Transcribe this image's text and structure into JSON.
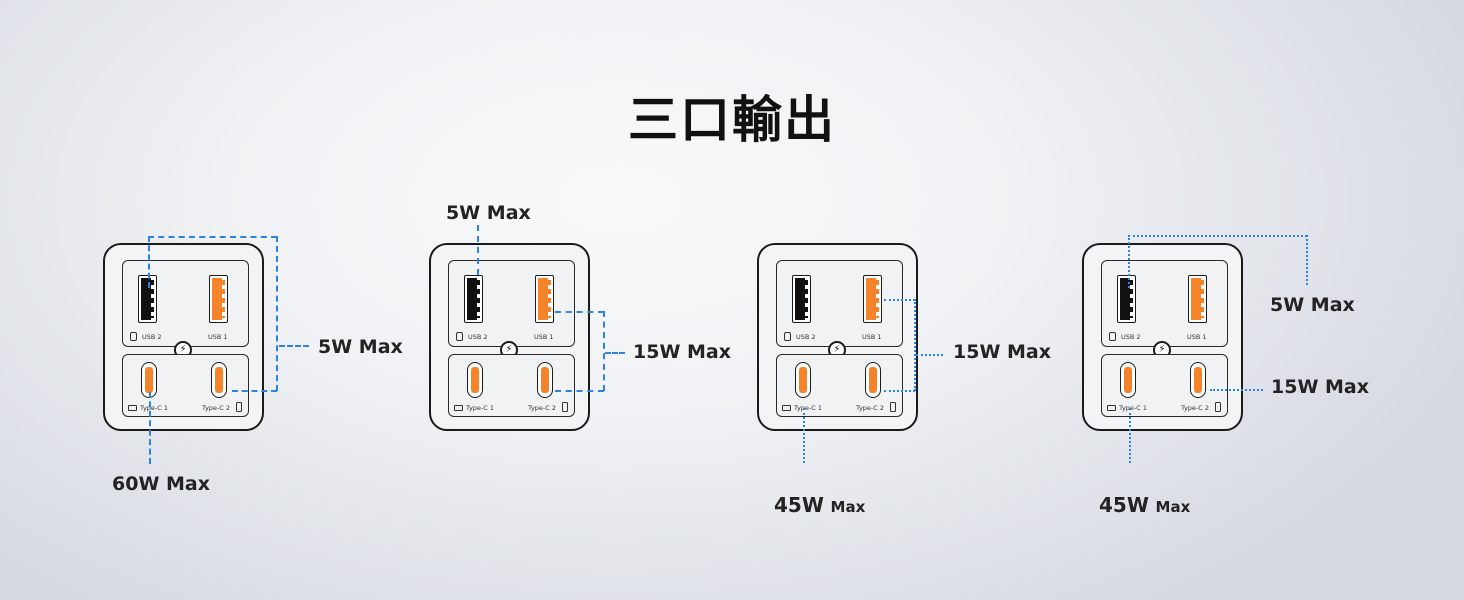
{
  "title": "三口輸出",
  "colors": {
    "accent_line": "#2d82e6",
    "port_orange": "#f5832a",
    "outline": "#1b1b1b"
  },
  "port_labels": {
    "usb2": "USB 2",
    "usb1": "USB 1",
    "typec1": "Type-C 1",
    "typec2": "Type-C 2"
  },
  "badge_icon": "fast-charge-icon",
  "badge_glyph": "⚡",
  "configurations": [
    {
      "name": "config-1",
      "outputs": [
        {
          "ports": [
            "USB 2",
            "Type-C 2"
          ],
          "label": "5W Max"
        },
        {
          "ports": [
            "Type-C 1"
          ],
          "label": "60W Max"
        }
      ]
    },
    {
      "name": "config-2",
      "outputs": [
        {
          "ports": [
            "USB 2"
          ],
          "label": "5W Max"
        },
        {
          "ports": [
            "USB 1",
            "Type-C 2"
          ],
          "label": "15W Max"
        }
      ]
    },
    {
      "name": "config-3",
      "outputs": [
        {
          "ports": [
            "USB 1",
            "Type-C 2"
          ],
          "label": "15W Max"
        },
        {
          "ports": [
            "Type-C 1"
          ],
          "label_value": "45W",
          "label_unit": "Max"
        }
      ]
    },
    {
      "name": "config-4",
      "outputs": [
        {
          "ports": [
            "USB 2"
          ],
          "label": "5W Max"
        },
        {
          "ports": [
            "Type-C 2"
          ],
          "label": "15W Max"
        },
        {
          "ports": [
            "Type-C 1"
          ],
          "label_value": "45W",
          "label_unit": "Max"
        }
      ]
    }
  ]
}
